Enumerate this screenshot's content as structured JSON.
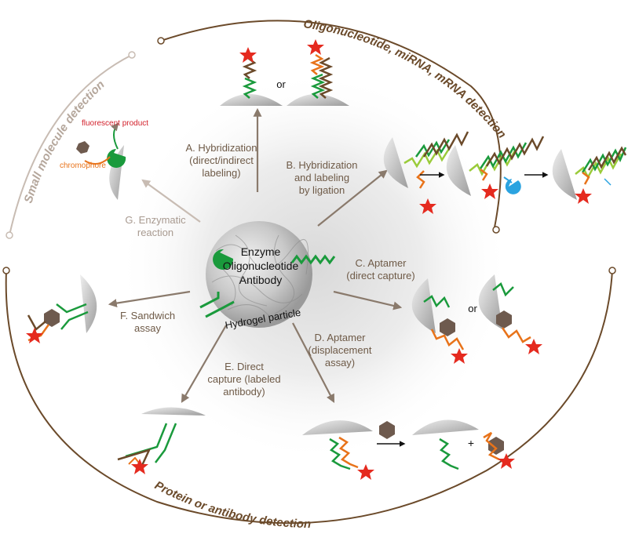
{
  "arcs": {
    "oligo": "Oligonucleotide, miRNA, mRNA detection",
    "small_molecule": "Small molecule detection",
    "protein": "Protein or antibody detection"
  },
  "center": {
    "line1": "Enzyme",
    "line2": "Oligonucleotide",
    "line3": "Antibody",
    "particle": "Hydrogel particle"
  },
  "methods": {
    "a": [
      "A. Hybridization",
      "(direct/indirect",
      "labeling)"
    ],
    "b": [
      "B. Hybridization",
      "and labeling",
      "by ligation"
    ],
    "c": [
      "C. Aptamer",
      "(direct capture)"
    ],
    "d": [
      "D. Aptamer",
      "(displacement",
      "assay)"
    ],
    "e": [
      "E. Direct",
      "capture (labeled",
      "antibody)"
    ],
    "f": [
      "F. Sandwich",
      "assay"
    ],
    "g": [
      "G. Enzymatic",
      "reaction"
    ]
  },
  "misc": {
    "or_top": "or",
    "or_right": "or",
    "plus": "+",
    "fluorescent_product": "fluorescent product",
    "chromophore": "chromophore"
  },
  "colors": {
    "arrow": "#8a7a6c",
    "arrow_faded": "#c8bcb3",
    "brown": "#6b4a2a",
    "green": "#1a9a3c",
    "orange": "#e8731a",
    "red_star": "#e52a1f",
    "hex_analyte": "#6e5a4e",
    "blue": "#2ba3e0",
    "lime": "#9acb3a"
  }
}
